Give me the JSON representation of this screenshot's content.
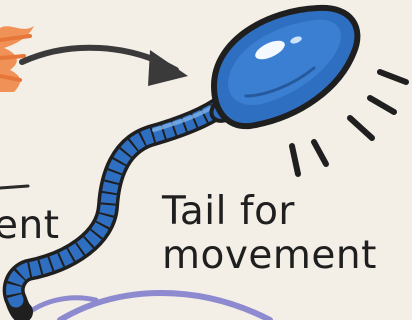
{
  "labels": {
    "main_line1": "Tail for",
    "main_line2": "movement",
    "partial_left": "ent"
  },
  "colors": {
    "background": "#f3efe6",
    "ink": "#1f1f1f",
    "head_fill": "#2f6fc2",
    "head_highlight": "#8fbef0",
    "tail_fill": "#2f6fc2",
    "orange_mark": "#f08a4b",
    "lavender_stroke": "#8d8ad0"
  },
  "icons": [
    "sperm-cell-illustration",
    "curved-arrow",
    "motion-lines"
  ]
}
